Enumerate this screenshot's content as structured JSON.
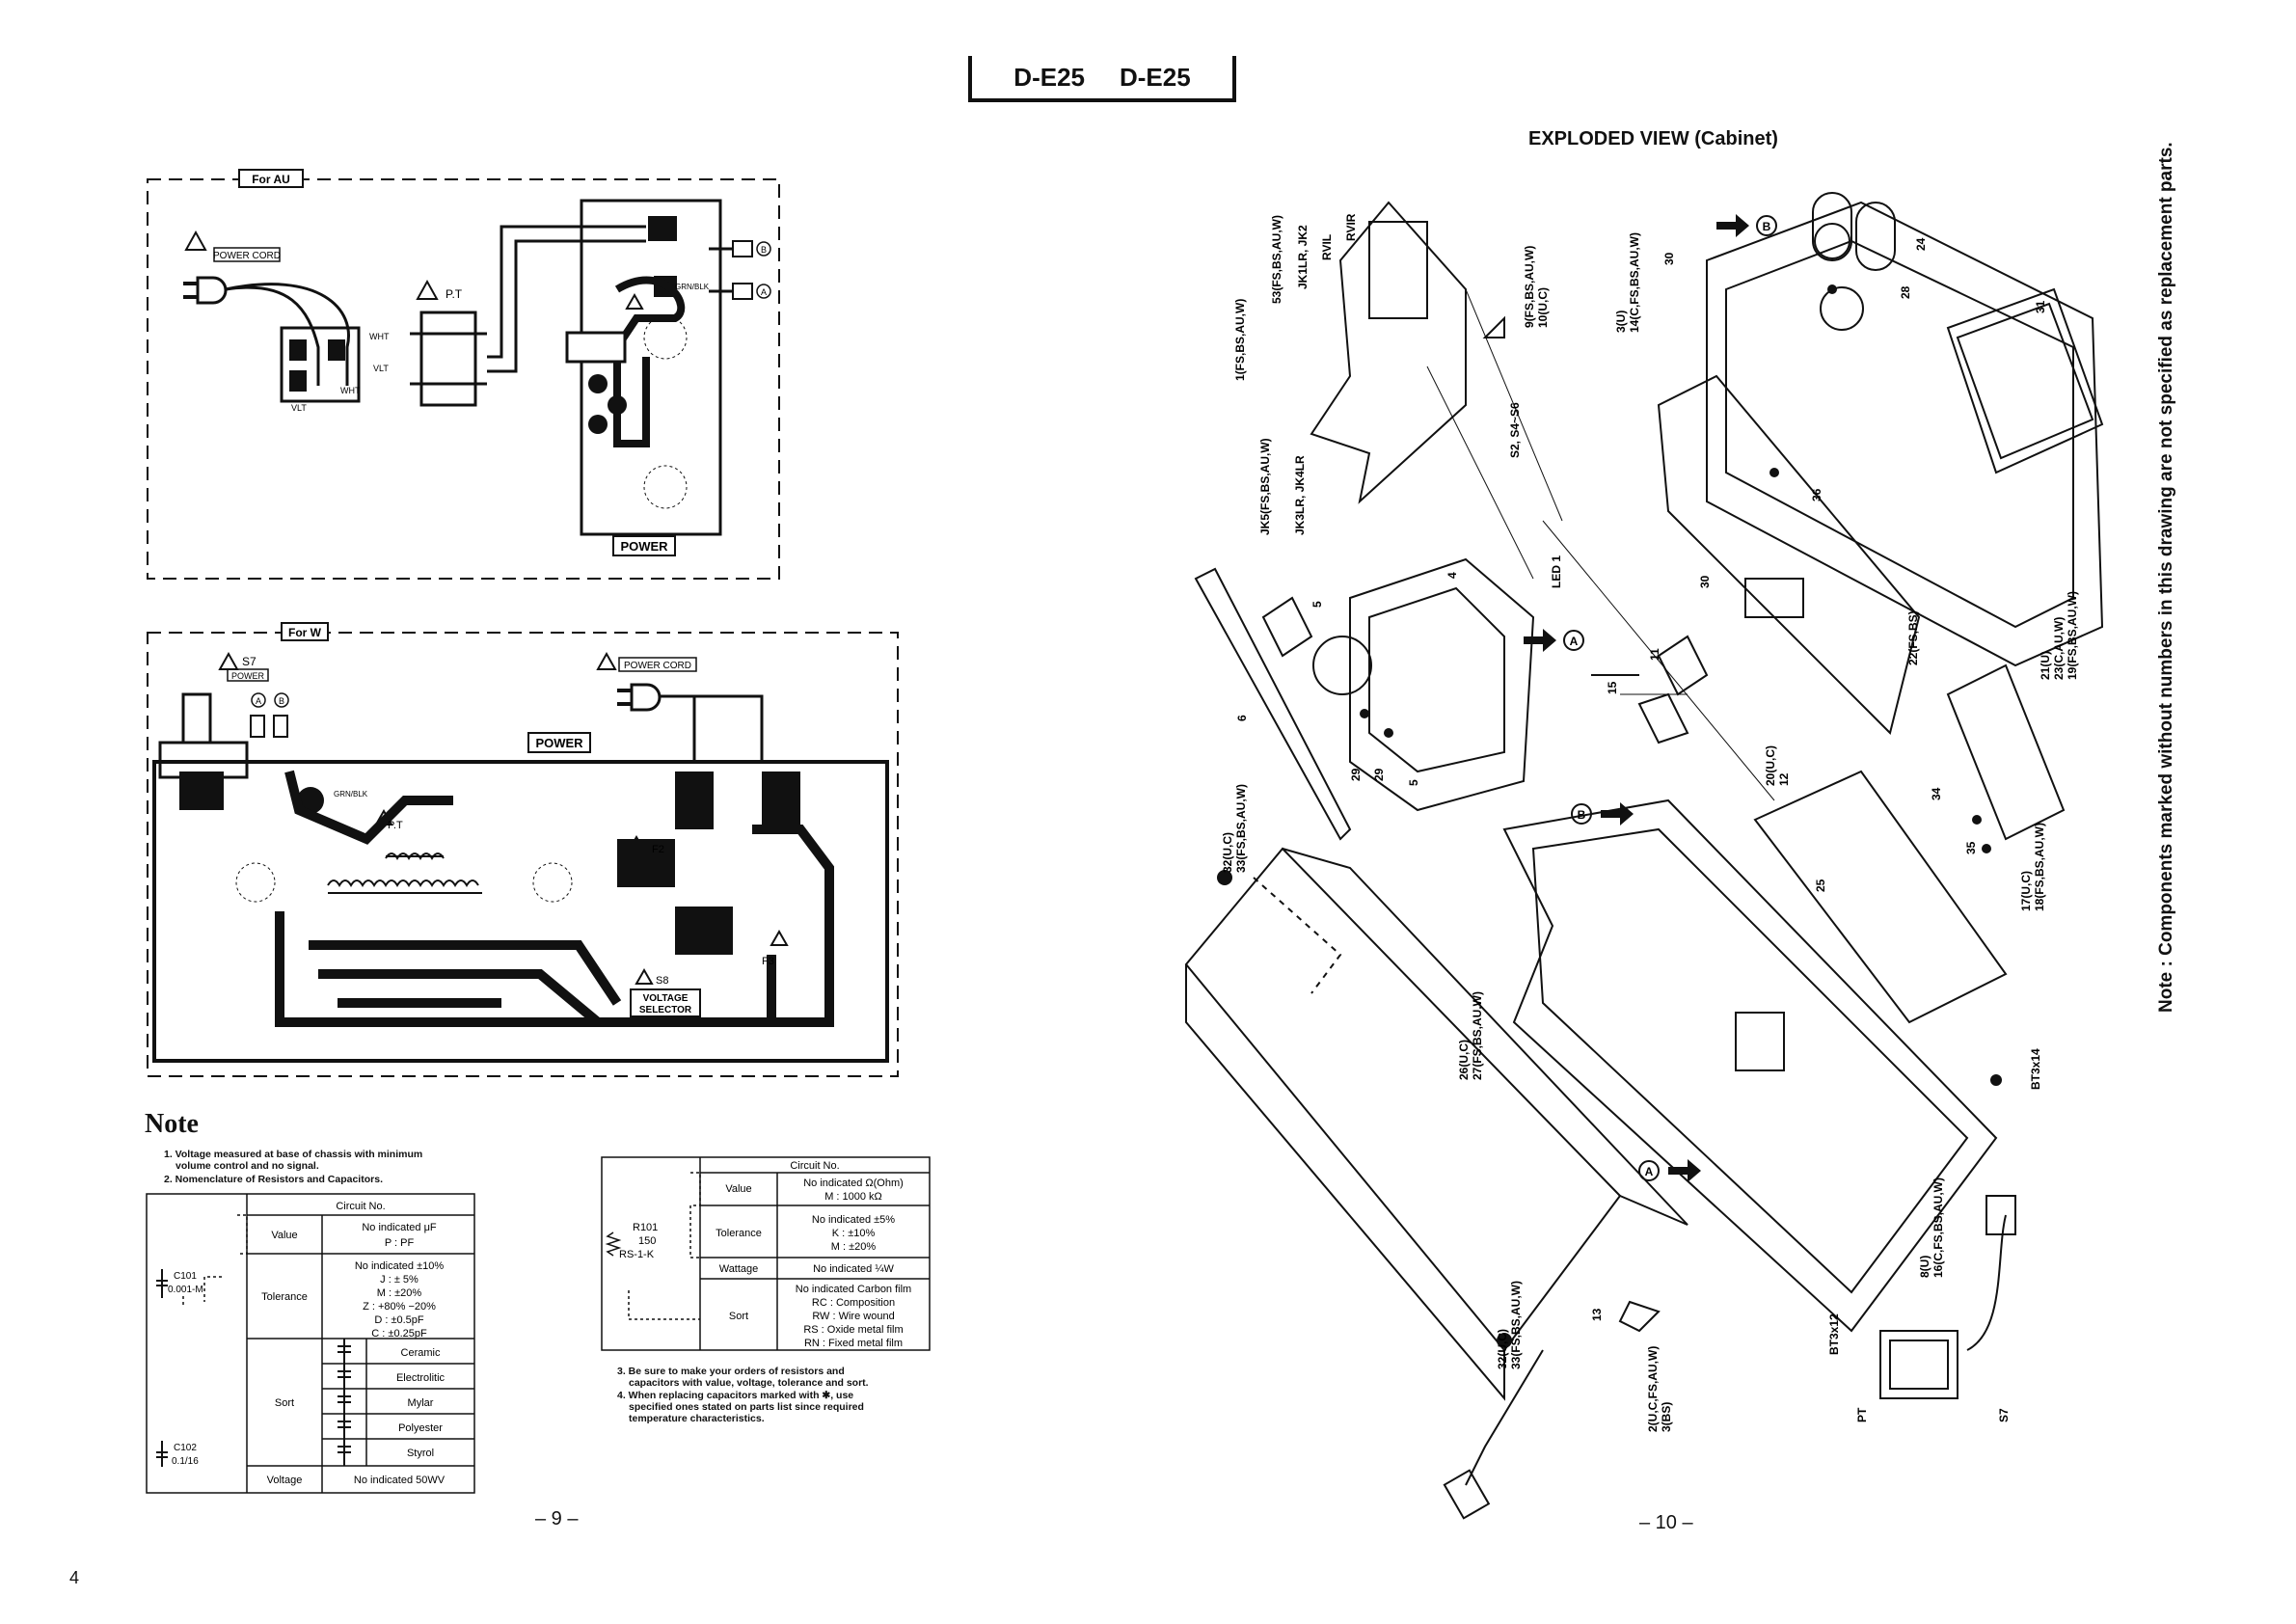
{
  "header": {
    "left_model": "D-E25",
    "right_model": "D-E25"
  },
  "left_page": {
    "au_box": {
      "tag": "For AU",
      "power_cord": "POWER CORD",
      "pt": "P.T",
      "wht": "WHT",
      "vlt": "VLT",
      "grn_blk": "GRN/BLK",
      "power": "POWER",
      "conn_b": "B",
      "conn_a": "A"
    },
    "w_box": {
      "tag": "For W",
      "s7": "S7",
      "s7_power": "POWER",
      "power_cord": "POWER CORD",
      "power": "POWER",
      "pt": "P.T",
      "f2": "F2",
      "f3": "F3",
      "s8": "S8",
      "voltage_selector_1": "VOLTAGE",
      "voltage_selector_2": "SELECTOR",
      "grn_blk": "GRN/BLK",
      "conn_a": "A",
      "conn_b": "B"
    },
    "note": {
      "title": "Note",
      "line1a": "1. Voltage measured at base of chassis with minimum",
      "line1b": "volume control and no signal.",
      "line2": "2. Nomenclature of Resistors and Capacitors.",
      "line3a": "3. Be sure to make your orders of resistors and",
      "line3b": "capacitors with value, voltage, tolerance and sort.",
      "line4a": "4. When replacing capacitors marked with ✱, use",
      "line4b": "specified ones stated on parts list since required",
      "line4c": "temperature characteristics."
    },
    "cap_table": {
      "header": "Circuit No.",
      "value_label": "Value",
      "value_1": "No indicated μF",
      "value_2": "P : PF",
      "tolerance_label": "Tolerance",
      "tol_1": "No indicated ±10%",
      "tol_2": "J : ± 5%",
      "tol_3": "M : ±20%",
      "tol_4": "Z : +80% −20%",
      "tol_5": "D : ±0.5pF",
      "tol_6": "C : ±0.25pF",
      "sort_label": "Sort",
      "sort_1": "Ceramic",
      "sort_2": "Electrolitic",
      "sort_3": "Mylar",
      "sort_4": "Polyester",
      "sort_5": "Styrol",
      "voltage_label": "Voltage",
      "voltage_1": "No indicated 50WV",
      "c101": "C101",
      "c101_val": "0.001-M",
      "c102": "C102",
      "c102_val": "0.1/16"
    },
    "res_table": {
      "header": "Circuit No.",
      "value_label": "Value",
      "value_1": "No indicated Ω(Ohm)",
      "value_2": "M : 1000 kΩ",
      "tolerance_label": "Tolerance",
      "tol_1": "No indicated ±5%",
      "tol_2": "K : ±10%",
      "tol_3": "M : ±20%",
      "wattage_label": "Wattage",
      "watt_1": "No indicated ¼W",
      "sort_label": "Sort",
      "sort_1": "No indicated Carbon film",
      "sort_2": "RC : Composition",
      "sort_3": "RW : Wire wound",
      "sort_4": "RS : Oxide metal film",
      "sort_5": "RN : Fixed metal film",
      "r101": "R101",
      "r101_val": "150",
      "r101_code": "RS-1-K"
    },
    "page_number": "– 9 –",
    "corner_number": "4"
  },
  "right_page": {
    "title": "EXPLODED VIEW (Cabinet)",
    "page_number": "– 10 –",
    "side_note": "Note : Components marked without numbers in this drawing are not specified as replacement parts.",
    "labels": {
      "l1": "1(FS,BS,AU,W)",
      "l2": "53(FS,BS,AU,W)",
      "l3": "JK1LR, JK2",
      "l4": "RVIL",
      "l5": "RVIR",
      "l6": "9(FS,BS,AU,W)",
      "l7": "10(U,C)",
      "l8": "JK5(FS,BS,AU,W)",
      "l9": "JK3LR, JK4LR",
      "l10": "S2, S4~S6",
      "l11": "3(U)",
      "l12": "14(C,FS,BS,AU,W)",
      "l13": "30",
      "l14": "24",
      "l15": "28",
      "l16": "31",
      "l17": "36",
      "l18": "LED 1",
      "l19": "30",
      "l20": "22(FS,BS)",
      "l21": "21(U)",
      "l22": "23(C,AU,W)",
      "l23": "19(FS,BS,AU,W)",
      "l24": "20(U,C)",
      "l25": "12",
      "l26": "11",
      "l27": "15",
      "l28": "34",
      "l29": "35",
      "l30": "17(U,C)",
      "l31": "18(FS,BS,AU,W)",
      "l32": "6",
      "l33": "29",
      "l34": "29",
      "l35": "5",
      "l36": "5",
      "l37": "32(U,C)",
      "l38": "33(FS,BS,AU,W)",
      "l39": "25",
      "l40": "26(U,C)",
      "l41": "27(FS,BS,AU,W)",
      "l42": "BT3x14",
      "l43": "8(U)",
      "l44": "16(C,FS,BS,AU,W)",
      "l45": "BT3x12",
      "l46": "PT",
      "l47": "S7",
      "l48": "2(U,C,FS,AU,W)",
      "l49": "3(BS)",
      "l50": "32(U,C)",
      "l51": "33(FS,BS,AU,W)",
      "l52": "4",
      "l53": "13",
      "mark_a": "A",
      "mark_b": "B"
    }
  }
}
